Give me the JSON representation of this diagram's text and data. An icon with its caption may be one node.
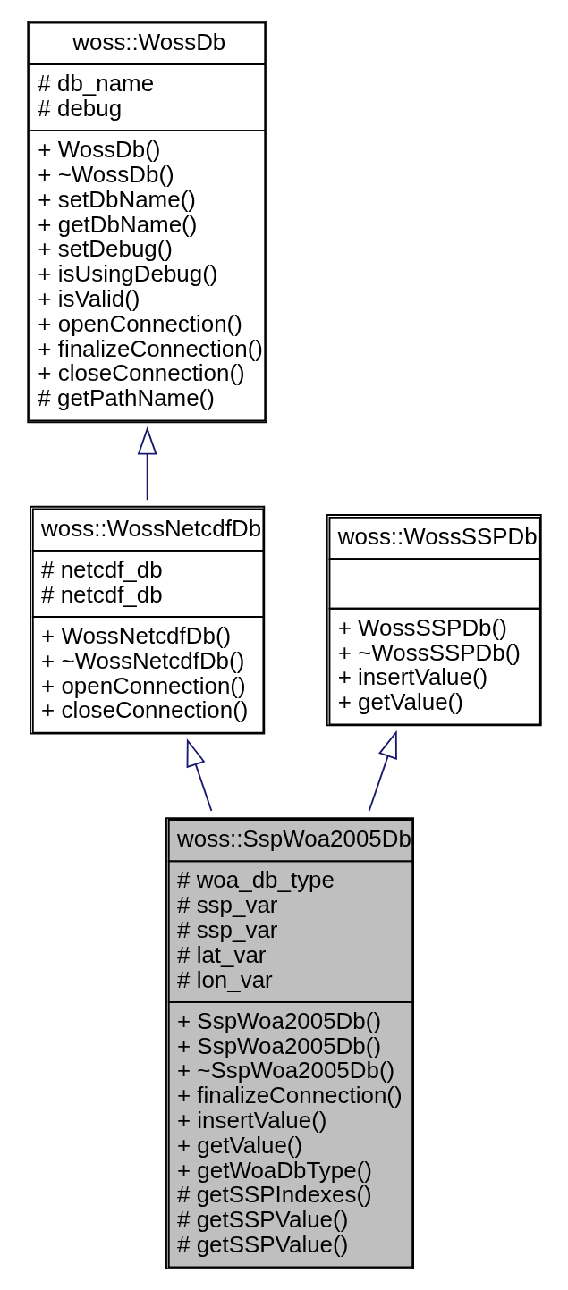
{
  "diagram": {
    "nodes": [
      {
        "text": [
          "woss::WossDb",
          "# db_name # debug",
          "+ WossDb() + ~WossDb() + setDbName() + getDbName() + setDebug() + isUsingDebug() + isValid() + openConnection() + finalizeConnection() + closeConnection() # getPathName()"
        ]
      },
      {
        "text": [
          "woss::WossNetcdfDb",
          "# netcdf_db # netcdf_db",
          "+ WossNetcdfDb() + ~WossNetcdfDb() + openConnection() + closeConnection()"
        ]
      },
      {
        "text": [
          "woss::WossSSPDb",
          "+ WossSSPDb() + ~WossSSPDb() + insertValue() + getValue()"
        ]
      },
      {
        "text": [
          "woss::SspWoa2005Db",
          "# woa_db_type # ssp_var # ssp_var # lat_var # lon_var",
          "+ SspWoa2005Db() + SspWoa2005Db() + ~SspWoa2005Db() + finalizeConnection() + insertValue() + getValue() + getWoaDbType() # getSSPIndexes() # getSSPValue() # getSSPValue()"
        ]
      }
    ],
    "edges": [
      {
        "from": 1,
        "to": 0,
        "arrow": "to"
      },
      {
        "from": 3,
        "to": 1,
        "arrow": "to"
      },
      {
        "from": 3,
        "to": 2,
        "arrow": "to"
      }
    ]
  }
}
